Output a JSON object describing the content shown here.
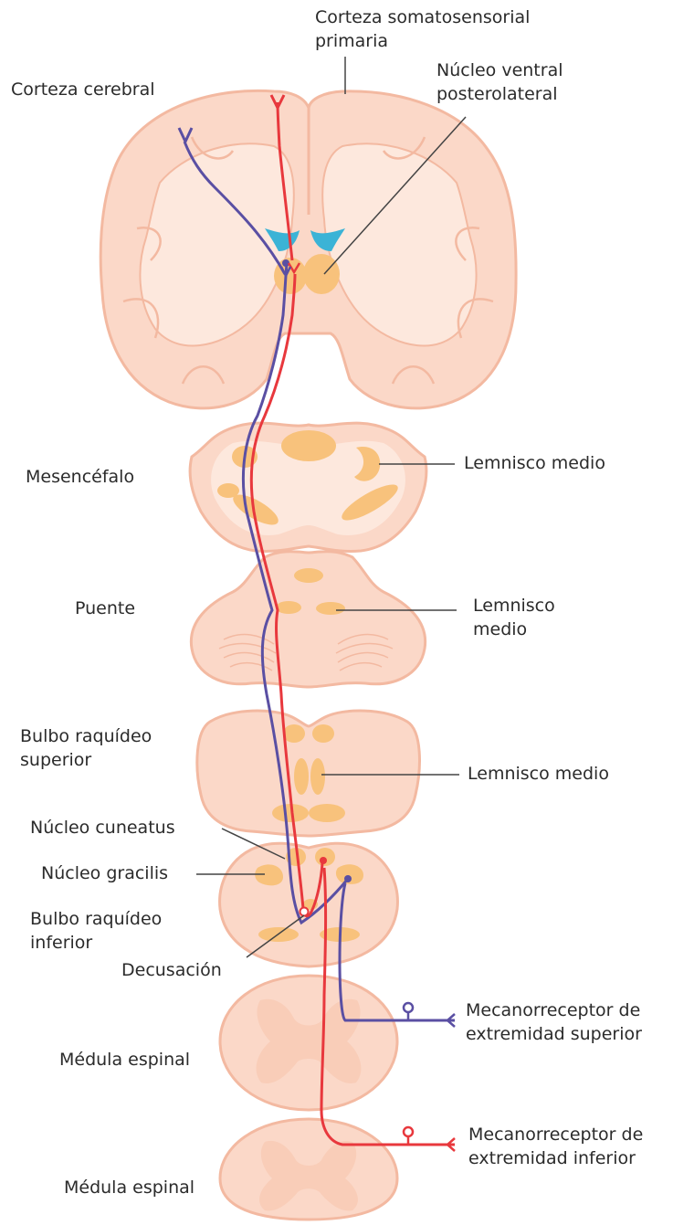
{
  "labels": {
    "corteza_somatosensorial": [
      "Corteza somatosensorial",
      "primaria"
    ],
    "corteza_cerebral": "Corteza cerebral",
    "nucleo_ventral": [
      "Núcleo ventral",
      "posterolateral"
    ],
    "mesencefalo": "Mesencéfalo",
    "lemnisco_medio_1": "Lemnisco medio",
    "puente": "Puente",
    "lemnisco_medio_2": [
      "Lemnisco",
      "medio"
    ],
    "bulbo_superior": [
      "Bulbo raquídeo",
      "superior"
    ],
    "lemnisco_medio_3": "Lemnisco medio",
    "nucleo_cuneatus": "Núcleo cuneatus",
    "nucleo_gracilis": "Núcleo gracilis",
    "bulbo_inferior": [
      "Bulbo raquídeo",
      "inferior"
    ],
    "decusacion": "Decusación",
    "medula_1": "Médula espinal",
    "mecanorreceptor_superior": [
      "Mecanorreceptor de",
      "extremidad superior"
    ],
    "medula_2": "Médula espinal",
    "mecanorreceptor_inferior": [
      "Mecanorreceptor de",
      "extremidad inferior"
    ]
  },
  "colors": {
    "tissue": "#fbd8c8",
    "tissue_inner": "#fde8dd",
    "tissue_outline": "#f3b9a1",
    "nuclei": "#f8c27c",
    "ventricles": "#3bb3d6",
    "upper_limb_pathway": "#5a4fa3",
    "lower_limb_pathway": "#e8383d",
    "leader_lines": "#444444"
  }
}
